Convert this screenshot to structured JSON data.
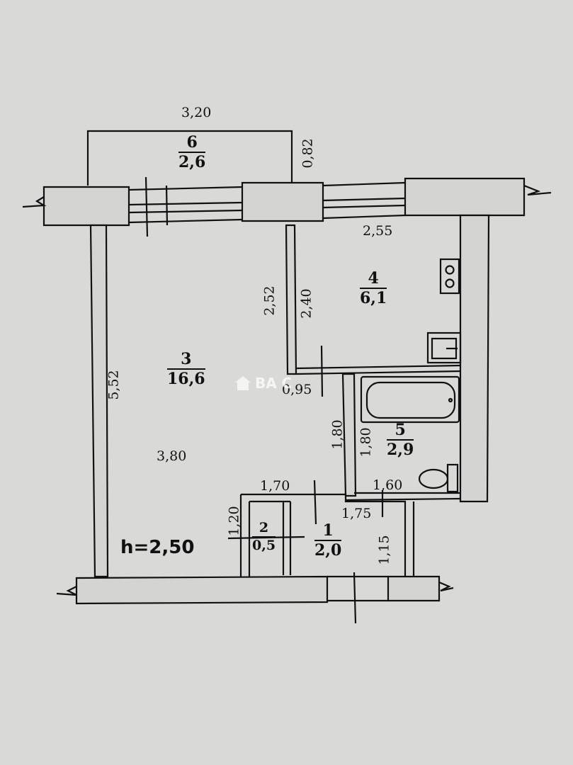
{
  "plan": {
    "ceiling_height": "h=2,50",
    "watermark_text": "ВА   С",
    "rooms": [
      {
        "id": "balcony",
        "num": "6",
        "area": "2,6"
      },
      {
        "id": "kitchen",
        "num": "4",
        "area": "6,1"
      },
      {
        "id": "living",
        "num": "3",
        "area": "16,6"
      },
      {
        "id": "bathroom",
        "num": "5",
        "area": "2,9"
      },
      {
        "id": "closet",
        "num": "2",
        "area": "0,5"
      },
      {
        "id": "hall",
        "num": "1",
        "area": "2,0"
      }
    ],
    "dimensions": {
      "balcony_width": "3,20",
      "balcony_depth": "0,82",
      "kitchen_width": "2,55",
      "kitchen_wall_outer": "2,52",
      "kitchen_wall_inner": "2,40",
      "living_depth": "5,52",
      "living_width": "3,80",
      "kitchen_door": "0,95",
      "bath_height_left": "1,80",
      "bath_height_right": "1,80",
      "hall_width": "1,70",
      "bath_width": "1,60",
      "hall_inner_width": "1,75",
      "closet_height": "1,20",
      "hall_depth": "1,15"
    }
  }
}
